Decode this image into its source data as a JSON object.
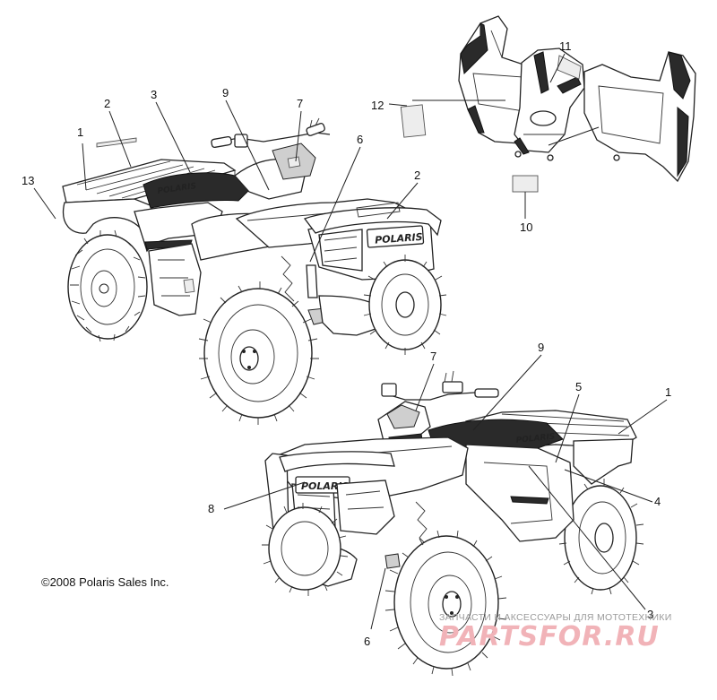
{
  "diagram": {
    "callouts": [
      "1",
      "2",
      "3",
      "9",
      "7",
      "6",
      "13",
      "2",
      "12",
      "11",
      "10",
      "7",
      "9",
      "5",
      "1",
      "8",
      "4",
      "6",
      "3"
    ],
    "decal_text": [
      "POLARIS",
      "POLARIS",
      "POLARIS",
      "POLARIS"
    ],
    "copyright": "©2008 Polaris Sales Inc."
  },
  "watermark": {
    "tagline": "ЗАПЧАСТИ И АКСЕССУАРЫ ДЛЯ МОТОТЕХНИКИ",
    "logo": "PARTSFOR.RU",
    "color": "#f1b3b8"
  }
}
